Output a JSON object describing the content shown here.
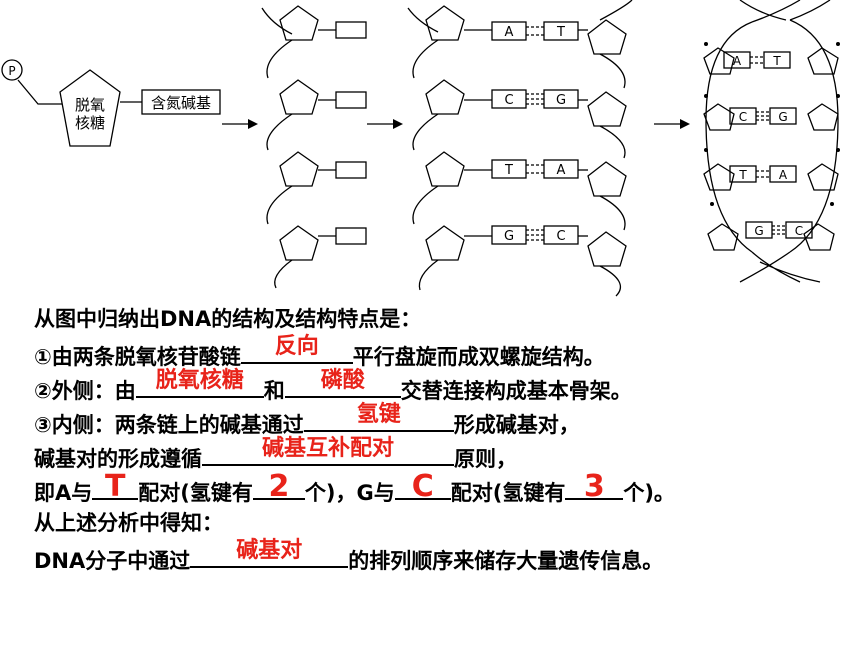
{
  "diagram": {
    "labels": {
      "phosphate": "P",
      "sugar_line1": "脱氧",
      "sugar_line2": "核糖",
      "base": "含氮碱基"
    },
    "pairs": [
      {
        "left": "A",
        "right": "T"
      },
      {
        "left": "C",
        "right": "G"
      },
      {
        "left": "T",
        "right": "A"
      },
      {
        "left": "G",
        "right": "C"
      }
    ]
  },
  "text": {
    "heading": "从图中归纳出DNA的结构及结构特点是：",
    "l1_pre": "①由两条脱氧核苷酸链",
    "l1_ans": "反向",
    "l1_post": "平行盘旋而成双螺旋结构。",
    "l2_pre": "②外侧：由",
    "l2_ans1": "脱氧核糖",
    "l2_mid": "和",
    "l2_ans2": "磷酸",
    "l2_post": "交替连接构成基本骨架。",
    "l3_pre": "③内侧：两条链上的碱基通过",
    "l3_ans": "氢键",
    "l3_post": "形成碱基对，",
    "l4_pre": "碱基对的形成遵循",
    "l4_ans": "碱基互补配对",
    "l4_post": "原则，",
    "l5_a": "即A与",
    "l5_ans1": "T",
    "l5_b": "配对(氢键有",
    "l5_ans2": "2",
    "l5_c": "个)，G与",
    "l5_ans3": "C",
    "l5_d": "配对(氢键有",
    "l5_ans4": "3",
    "l5_e": "个)。",
    "l6": "从上述分析中得知：",
    "l7_pre": "DNA分子中通过",
    "l7_ans": "碱基对",
    "l7_post": "的排列顺序来储存大量遗传信息。"
  }
}
